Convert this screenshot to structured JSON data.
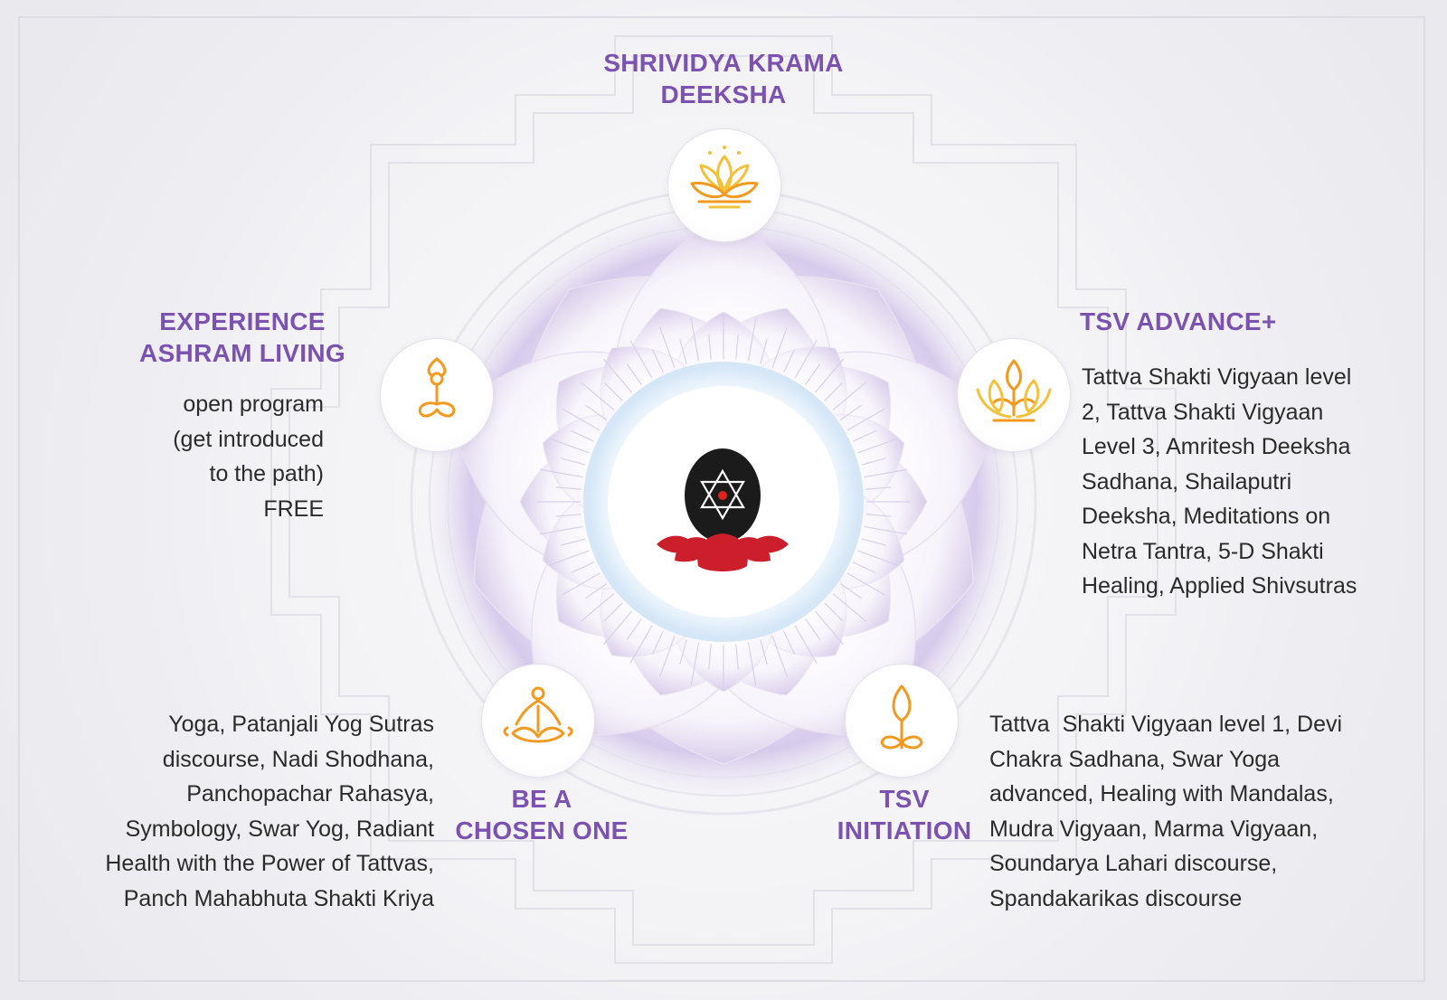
{
  "colors": {
    "title": "#7b52b0",
    "text": "#2b2b2b",
    "icon_orange": "#f29a1f",
    "icon_gold": "#f3c13a",
    "lotus_red": "#cc1f2c",
    "lingam_black": "#1b1b1b"
  },
  "stages": {
    "shrividya": {
      "title_lines": [
        "SHRIVIDYA KRAMA",
        "DEEKSHA"
      ],
      "icon": "lotus-icon"
    },
    "ashram": {
      "title_lines": [
        "EXPERIENCE",
        "ASHRAM LIVING"
      ],
      "desc_lines": [
        "open program",
        "(get introduced",
        "to the path)",
        "FREE"
      ],
      "icon": "yoga-pose-icon"
    },
    "tsv_advance": {
      "title_lines": [
        "TSV ADVANCE+"
      ],
      "desc_lines": [
        "Tattva Shakti Vigyaan level",
        "2, Tattva Shakti Vigyaan",
        "Level 3, Amritesh Deeksha",
        "Sadhana, Shailaputri",
        "Deeksha, Meditations on",
        "Netra Tantra, 5-D Shakti",
        "Healing, Applied Shivsutras"
      ],
      "icon": "lotus-flame-icon"
    },
    "chosen_one": {
      "title_lines": [
        "BE A",
        "CHOSEN ONE"
      ],
      "desc_lines": [
        "Yoga, Patanjali Yog Sutras",
        "discourse, Nadi Shodhana,",
        "Panchopachar Rahasya,",
        "Symbology, Swar Yog, Radiant",
        "Health with the Power of Tattvas,",
        "Panch Mahabhuta Shakti Kriya"
      ],
      "icon": "meditation-icon"
    },
    "tsv_initiation": {
      "title_lines": [
        "TSV",
        "INITIATION"
      ],
      "desc_lines": [
        "Tattva  Shakti Vigyaan level 1, Devi",
        "Chakra Sadhana, Swar Yoga",
        "advanced, Healing with Mandalas,",
        "Mudra Vigyaan, Marma Vigyaan,",
        "Soundarya Lahari discourse,",
        "Spandakarikas discourse"
      ],
      "icon": "flame-sprout-icon"
    }
  }
}
